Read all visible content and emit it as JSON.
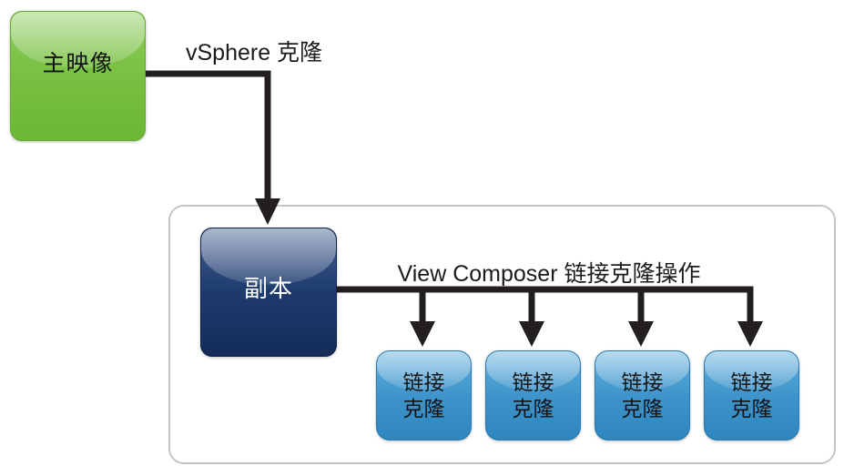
{
  "nodes": {
    "master": {
      "label": "主映像"
    },
    "replica": {
      "label": "副本"
    },
    "clones": [
      {
        "line1": "链接",
        "line2": "克隆"
      },
      {
        "line1": "链接",
        "line2": "克隆"
      },
      {
        "line1": "链接",
        "line2": "克隆"
      },
      {
        "line1": "链接",
        "line2": "克隆"
      }
    ]
  },
  "labels": {
    "vsphere_clone": "vSphere 克隆",
    "composer_operation": "View Composer 链接克隆操作"
  },
  "colors": {
    "master_green": "#77bf40",
    "replica_navy": "#1f3c6f",
    "clone_blue": "#3c93ca",
    "arrow": "#231f20",
    "frame_border": "#c4c5c7"
  }
}
